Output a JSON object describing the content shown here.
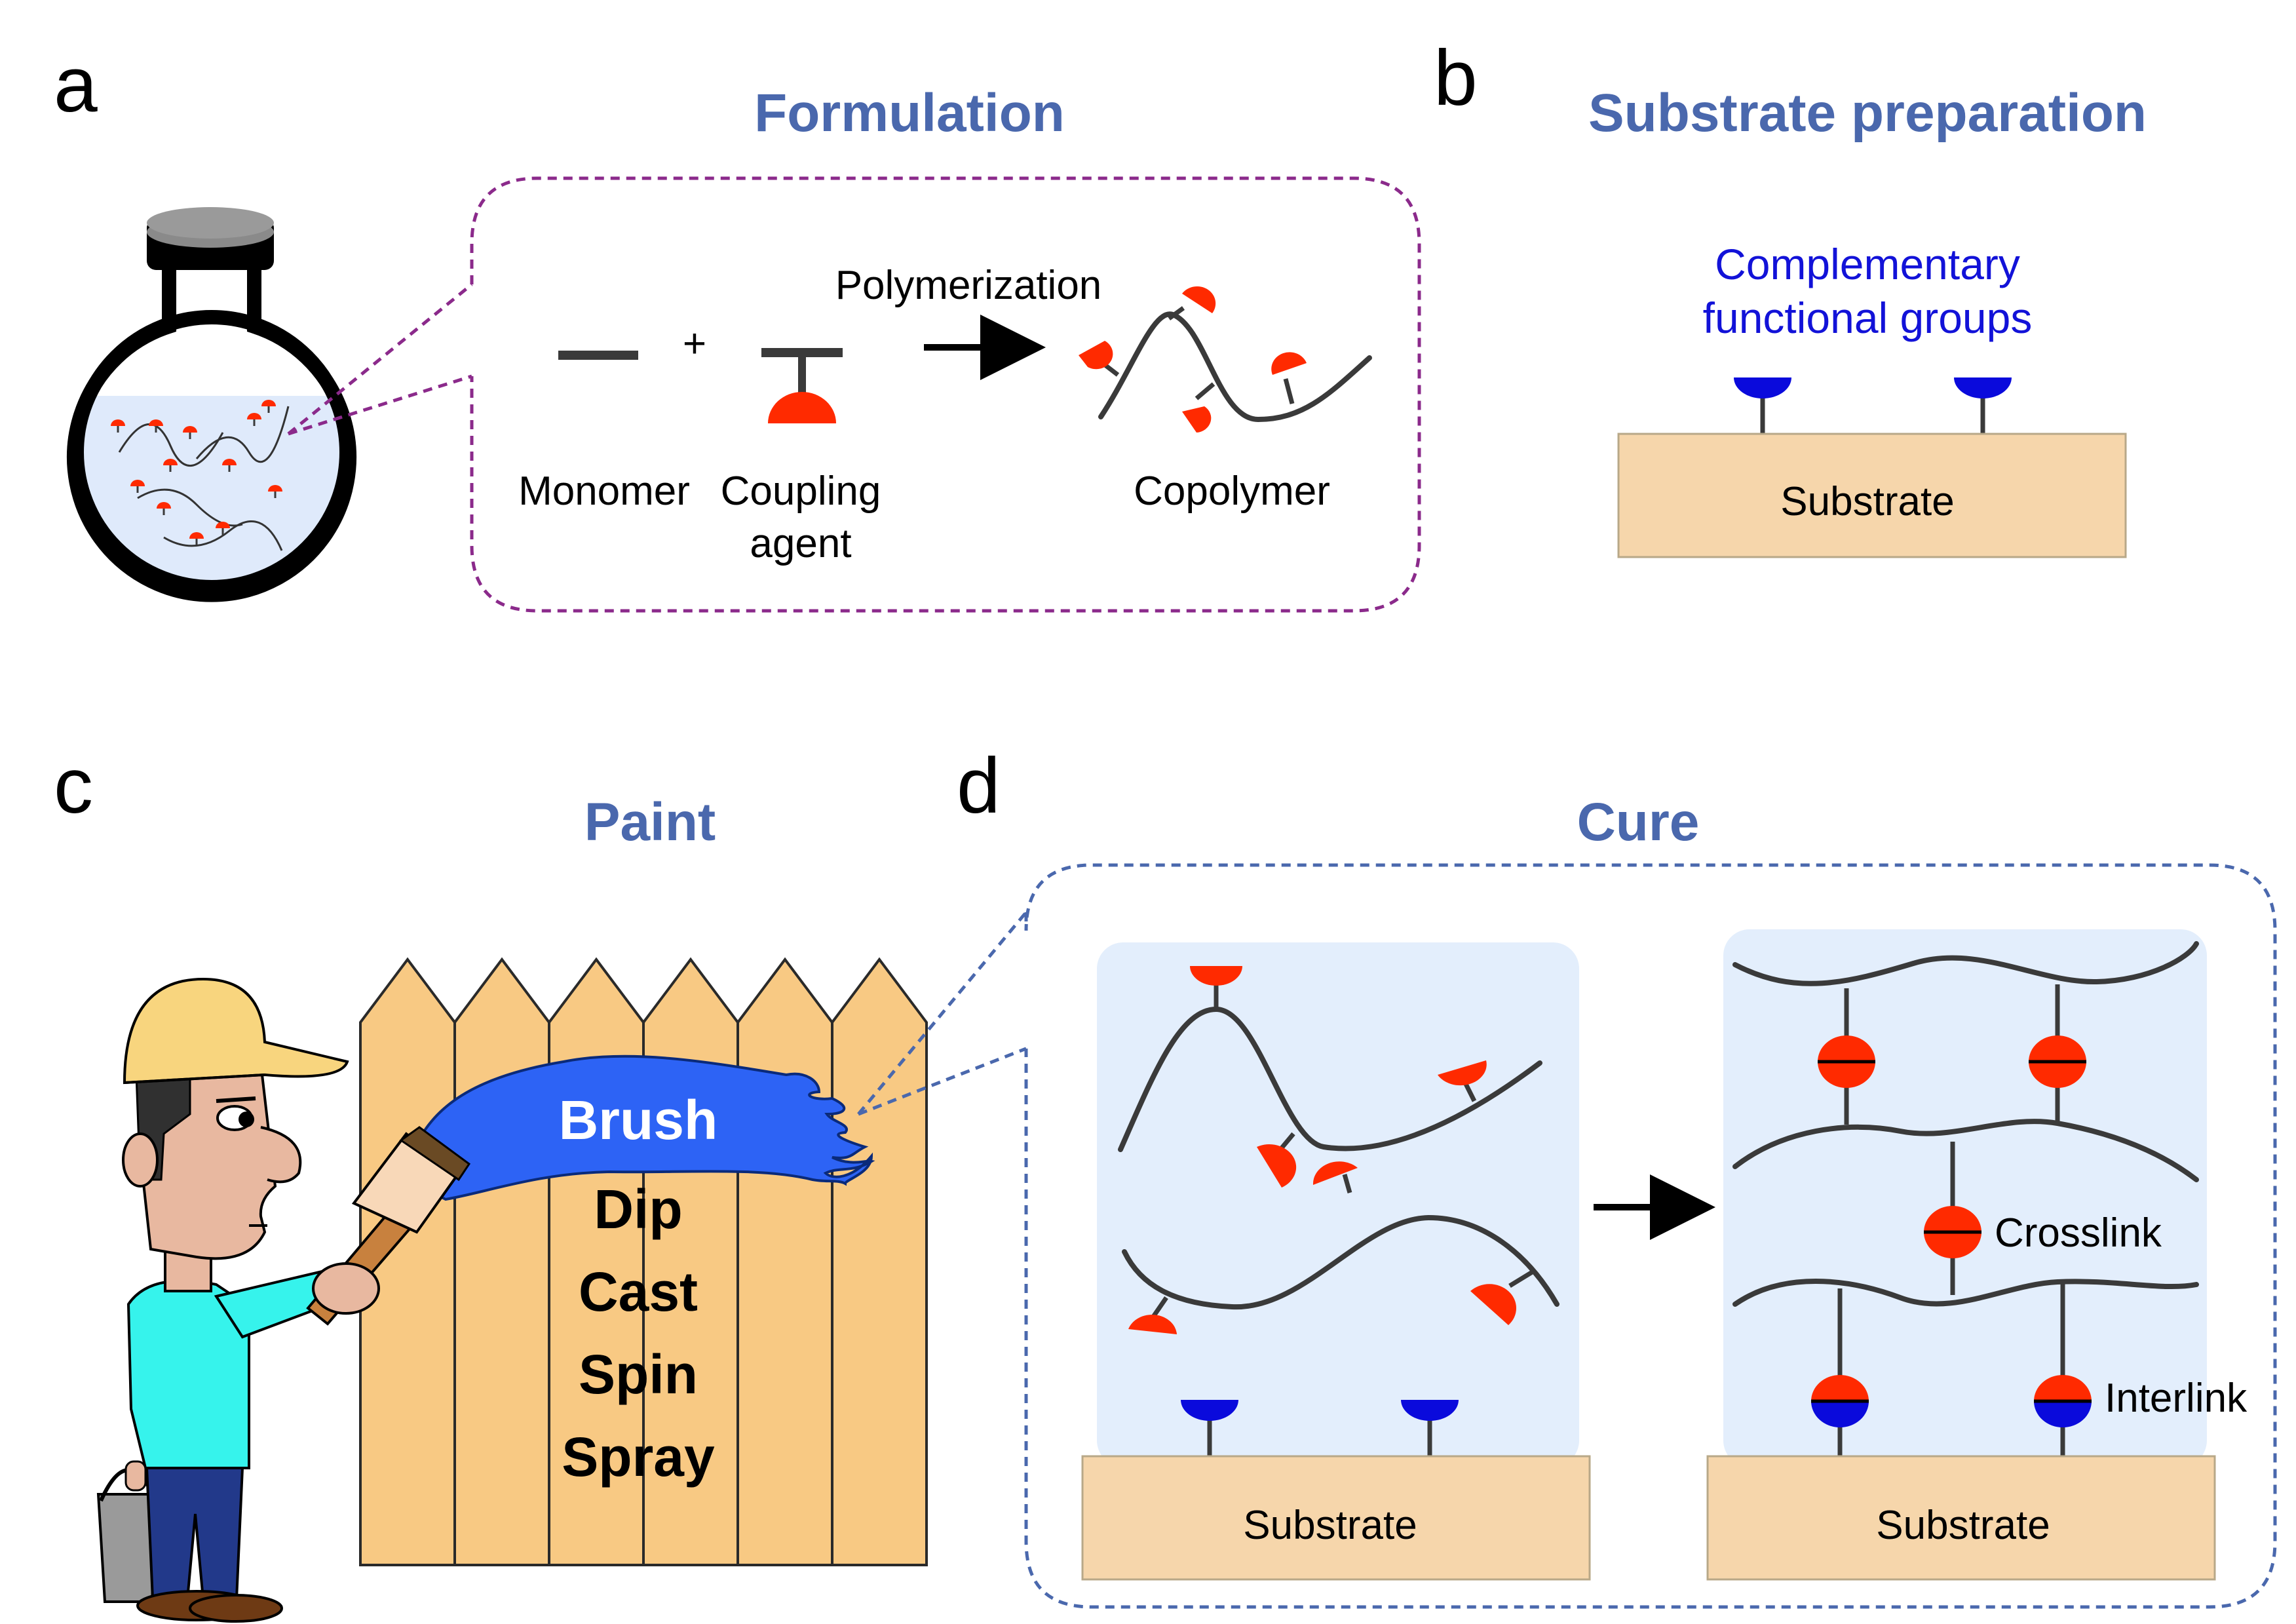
{
  "panels": {
    "a": {
      "letter": "a",
      "title": "Formulation",
      "labels": {
        "polymerization": "Polymerization",
        "plus": "+",
        "monomer": "Monomer",
        "coupling_line1": "Coupling",
        "coupling_line2": "agent",
        "copolymer": "Copolymer"
      }
    },
    "b": {
      "letter": "b",
      "title": "Substrate preparation",
      "groups_line1": "Complementary",
      "groups_line2": "functional groups",
      "substrate": "Substrate"
    },
    "c": {
      "letter": "c",
      "title": "Paint",
      "methods": [
        "Brush",
        "Dip",
        "Cast",
        "Spin",
        "Spray"
      ]
    },
    "d": {
      "letter": "d",
      "title": "Cure",
      "substrate_left": "Substrate",
      "substrate_right": "Substrate",
      "crosslink": "Crosslink",
      "interlink": "Interlink"
    }
  },
  "colors": {
    "title_blue": "#4a68ad",
    "group_blue": "#1212d8",
    "coupling_red": "#ff2a00",
    "substrate_fill": "#f6d6ab",
    "gel_fill": "#e3eefc",
    "fence_fill": "#f8c983",
    "paint_blue": "#2d63f5",
    "callout_purple": "#8b2a8b",
    "callout_blue": "#4a68ad"
  }
}
